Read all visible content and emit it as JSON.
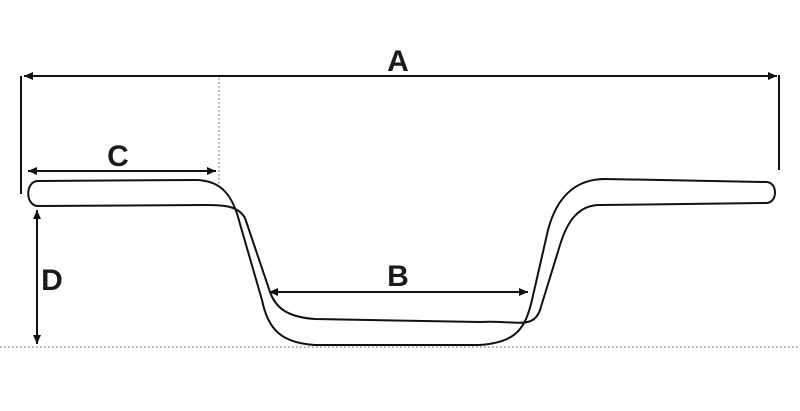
{
  "dimensions": {
    "a_label": "A",
    "b_label": "B",
    "c_label": "C",
    "d_label": "D"
  },
  "colors": {
    "line": "#111111",
    "background": "#ffffff"
  }
}
